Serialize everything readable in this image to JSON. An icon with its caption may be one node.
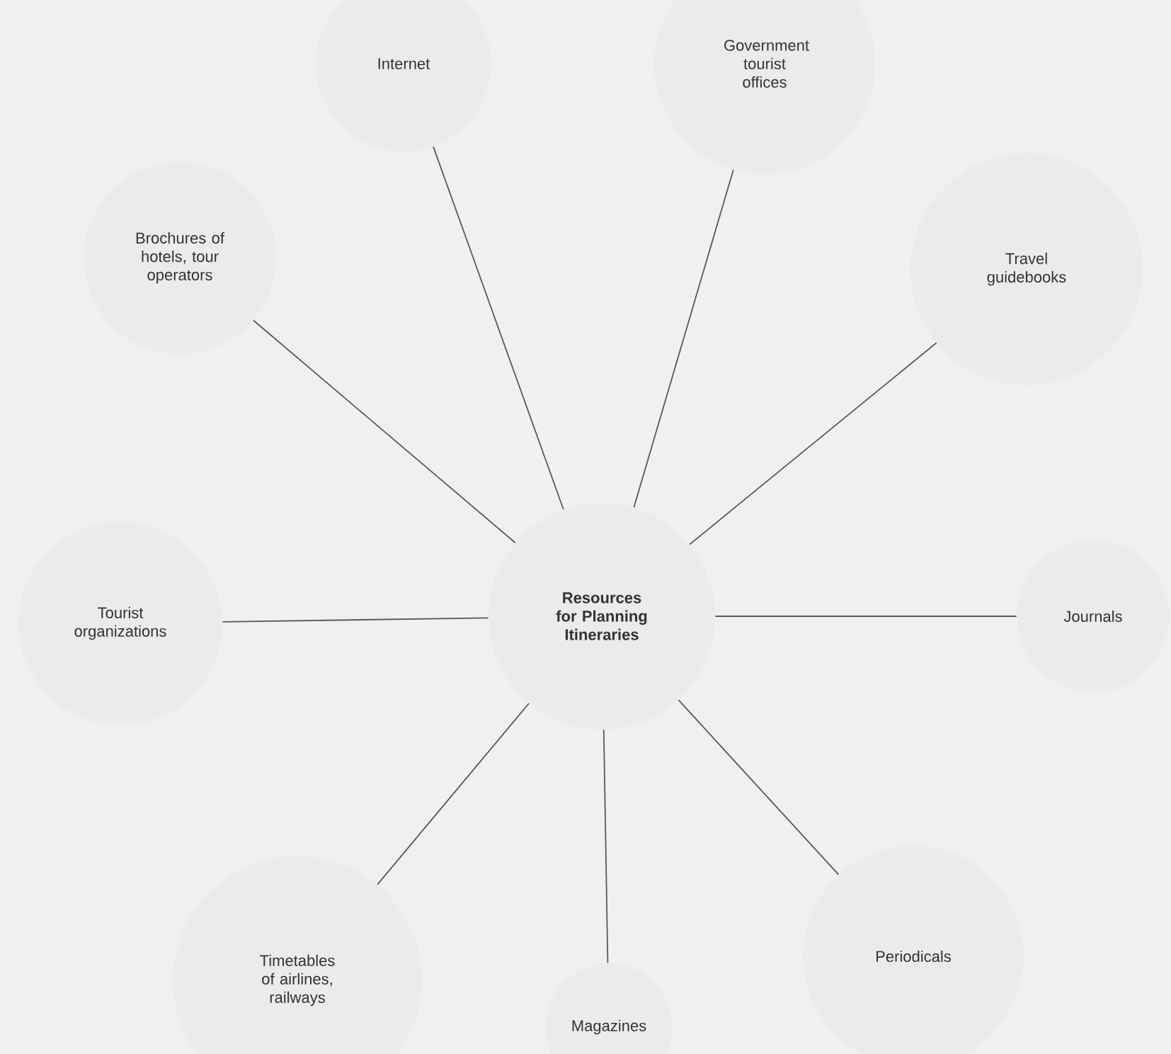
{
  "diagram": {
    "nodes": [
      {
        "text": [
          "Resources for Planning Itineraries"
        ]
      },
      {
        "text": [
          "Internet"
        ]
      },
      {
        "text": [
          "Government tourist offices"
        ]
      },
      {
        "text": [
          "Brochures of hotels, tour operators"
        ]
      },
      {
        "text": [
          "Travel guidebooks"
        ]
      },
      {
        "text": [
          "Tourist organizations"
        ]
      },
      {
        "text": [
          "Journals"
        ]
      },
      {
        "text": [
          "Timetables of airlines, railways"
        ]
      },
      {
        "text": [
          "Periodicals"
        ]
      },
      {
        "text": [
          "Magazines"
        ]
      }
    ],
    "edges": [
      {
        "from": 0,
        "to": 1,
        "arrow": "none"
      },
      {
        "from": 0,
        "to": 2,
        "arrow": "none"
      },
      {
        "from": 0,
        "to": 3,
        "arrow": "none"
      },
      {
        "from": 0,
        "to": 4,
        "arrow": "none"
      },
      {
        "from": 0,
        "to": 5,
        "arrow": "none"
      },
      {
        "from": 0,
        "to": 6,
        "arrow": "none"
      },
      {
        "from": 0,
        "to": 7,
        "arrow": "none"
      },
      {
        "from": 0,
        "to": 8,
        "arrow": "none"
      },
      {
        "from": 0,
        "to": 9,
        "arrow": "none"
      }
    ]
  }
}
